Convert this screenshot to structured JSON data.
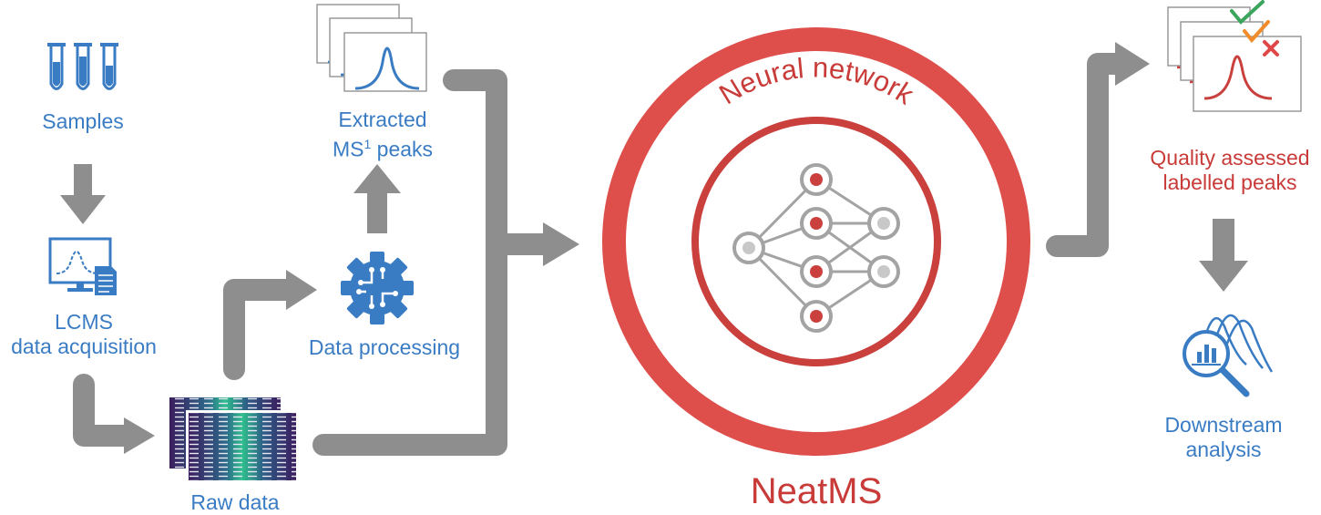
{
  "labels": {
    "samples": "Samples",
    "lcms_line1": "LCMS",
    "lcms_line2": "data acquisition",
    "raw_data": "Raw data",
    "data_processing": "Data processing",
    "extracted_line1": "Extracted",
    "extracted_line2_prefix": "MS",
    "extracted_sup": "1",
    "extracted_line2_suffix": " peaks",
    "neural_network": "Neural network",
    "neatms": "NeatMS",
    "quality_line1": "Quality assessed",
    "quality_line2": "labelled peaks",
    "downstream_line1": "Downstream",
    "downstream_line2": "analysis"
  },
  "colors": {
    "blue": "#3a7cc4",
    "red": "#c83b38",
    "ring_red": "#de4f4b",
    "inner_ring_red": "#c9403d",
    "arrow_gray": "#8e8e8e",
    "check_green": "#3ba55d",
    "check_orange": "#f08c2c",
    "cross_red": "#e04848"
  },
  "icons": {
    "samples": "test-tubes-icon",
    "lcms": "monitor-chromatogram-icon",
    "raw_data": "raw-data-matrix-icon",
    "data_processing": "gear-icon",
    "extracted_peaks": "peak-cards-icon",
    "neural_network": "neural-network-icon",
    "quality_peaks": "labelled-peak-cards-icon",
    "downstream": "analysis-magnifier-icon"
  }
}
